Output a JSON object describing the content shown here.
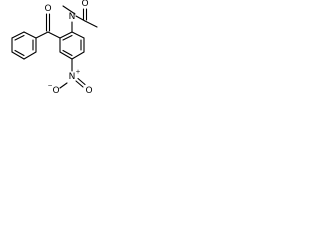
{
  "molecule": {
    "atoms": {
      "carbonyl_oxygen": "O",
      "amide_nitrogen": "N",
      "acetyl_oxygen": "O",
      "nitro_nitrogen": "N",
      "nitro_nitrogen_charge": "+",
      "nitro_oxygen_left": "O",
      "nitro_oxygen_left_charge": "−",
      "nitro_oxygen_right": "O"
    }
  }
}
